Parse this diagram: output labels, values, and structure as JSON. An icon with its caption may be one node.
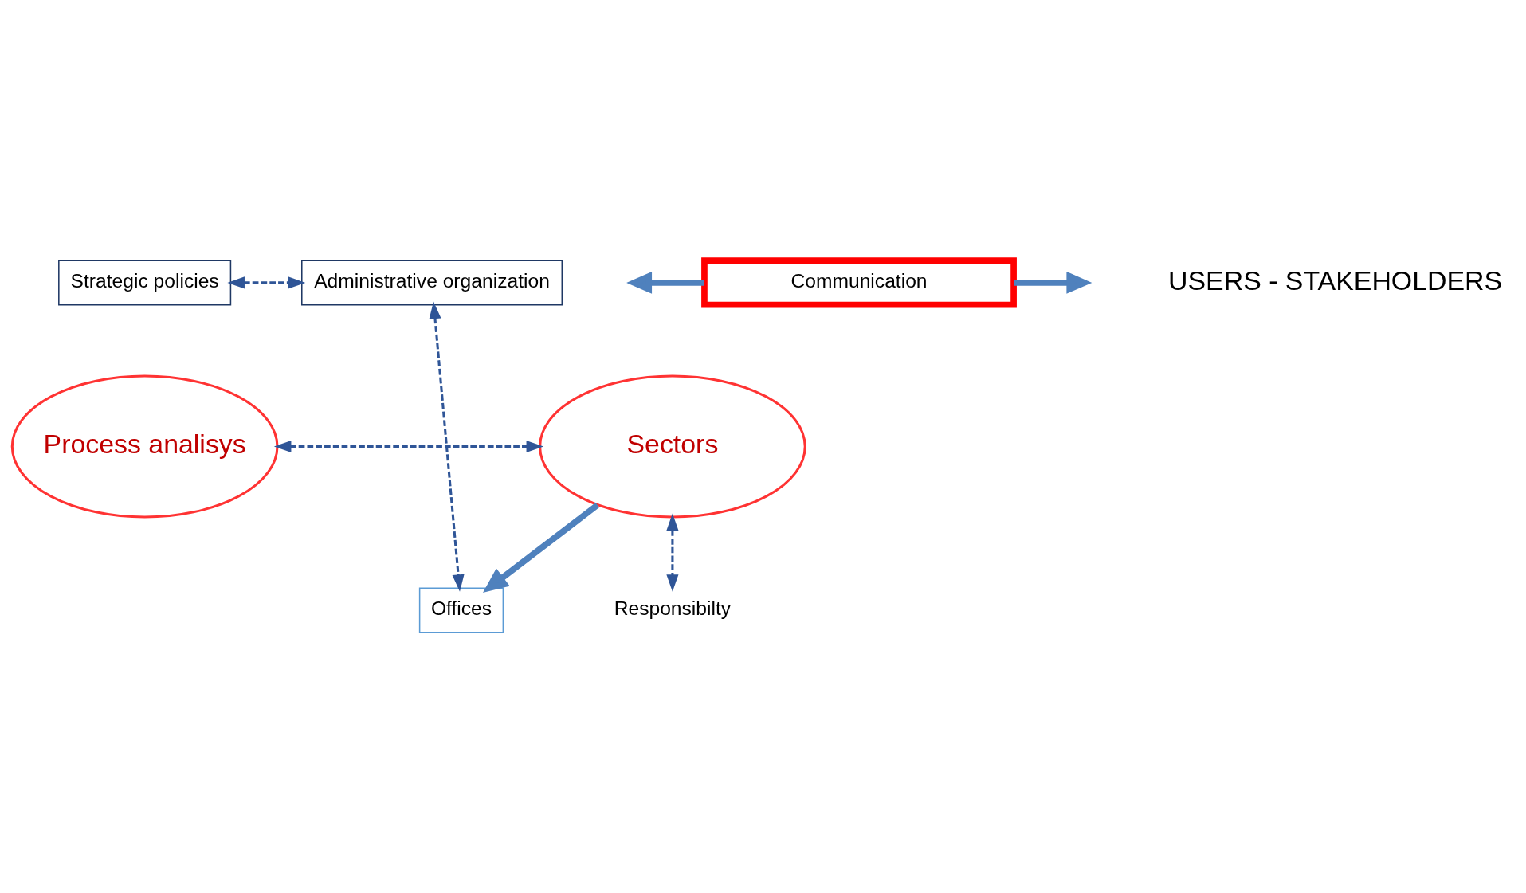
{
  "diagram": {
    "nodes": [
      {
        "text": [
          "Strategic policies"
        ]
      },
      {
        "text": [
          "Administrative organization"
        ]
      },
      {
        "text": [
          "Communication"
        ]
      },
      {
        "text": [
          "Process analisys"
        ]
      },
      {
        "text": [
          "Sectors"
        ]
      },
      {
        "text": [
          "Responsibilty"
        ]
      },
      {
        "text": [
          "Offices"
        ]
      }
    ],
    "edges": [
      {
        "from": 0,
        "to": 1,
        "arrow": "both",
        "style": "dashed"
      },
      {
        "from": 1,
        "to": 6,
        "arrow": "both",
        "style": "dashed"
      },
      {
        "from": 3,
        "to": 4,
        "arrow": "both",
        "style": "dashed"
      },
      {
        "from": 4,
        "to": 5,
        "arrow": "both",
        "style": "dashed"
      },
      {
        "from": 4,
        "to": 6,
        "arrow": "to",
        "style": "thick",
        "color": "#4f81bd"
      },
      {
        "from": 2,
        "to": null,
        "arrow": "to",
        "style": "thick",
        "color": "#4f81bd"
      },
      {
        "from": 2,
        "to": null,
        "arrow": "to",
        "style": "thick",
        "color": "#4f81bd"
      }
    ],
    "labels": [
      "USERS - STAKEHOLDERS"
    ]
  }
}
